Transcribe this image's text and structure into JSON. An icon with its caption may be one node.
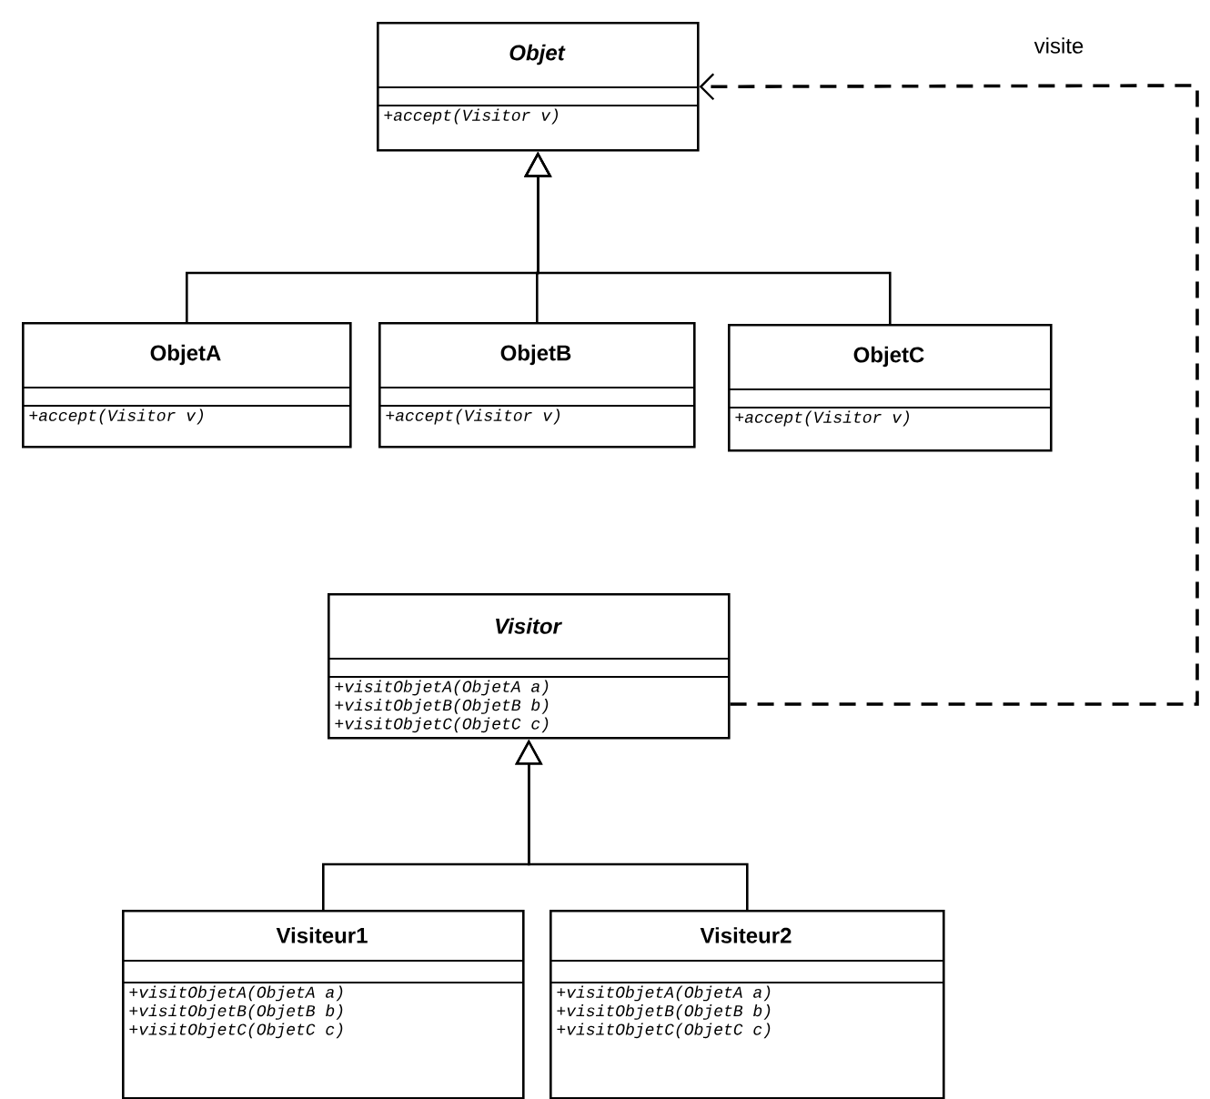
{
  "diagram": {
    "nodes": [
      {
        "text": [
          "Objet",
          "+accept(Visitor v)"
        ]
      },
      {
        "text": [
          "ObjetA",
          "+accept(Visitor v)"
        ]
      },
      {
        "text": [
          "ObjetB",
          "+accept(Visitor v)"
        ]
      },
      {
        "text": [
          "ObjetC",
          "+accept(Visitor v)"
        ]
      },
      {
        "text": [
          "Visitor",
          "+visitObjetA(ObjetA a)",
          "+visitObjetB(ObjetB b)",
          "+visitObjetC(ObjetC c)"
        ]
      },
      {
        "text": [
          "Visiteur1",
          "+visitObjetA(ObjetA a)",
          "+visitObjetB(ObjetB b)",
          "+visitObjetC(ObjetC c)"
        ]
      },
      {
        "text": [
          "Visiteur2",
          "+visitObjetA(ObjetA a)",
          "+visitObjetB(ObjetB b)",
          "+visitObjetC(ObjetC c)"
        ]
      }
    ],
    "edges": [
      {
        "from": 1,
        "to": 0,
        "arrow": "to"
      },
      {
        "from": 2,
        "to": 0,
        "arrow": "to"
      },
      {
        "from": 3,
        "to": 0,
        "arrow": "to"
      },
      {
        "from": 4,
        "to": 0,
        "arrow": "to",
        "style": "dashed",
        "label": "visite"
      },
      {
        "from": 5,
        "to": 4,
        "arrow": "to"
      },
      {
        "from": 6,
        "to": 4,
        "arrow": "to"
      }
    ]
  }
}
